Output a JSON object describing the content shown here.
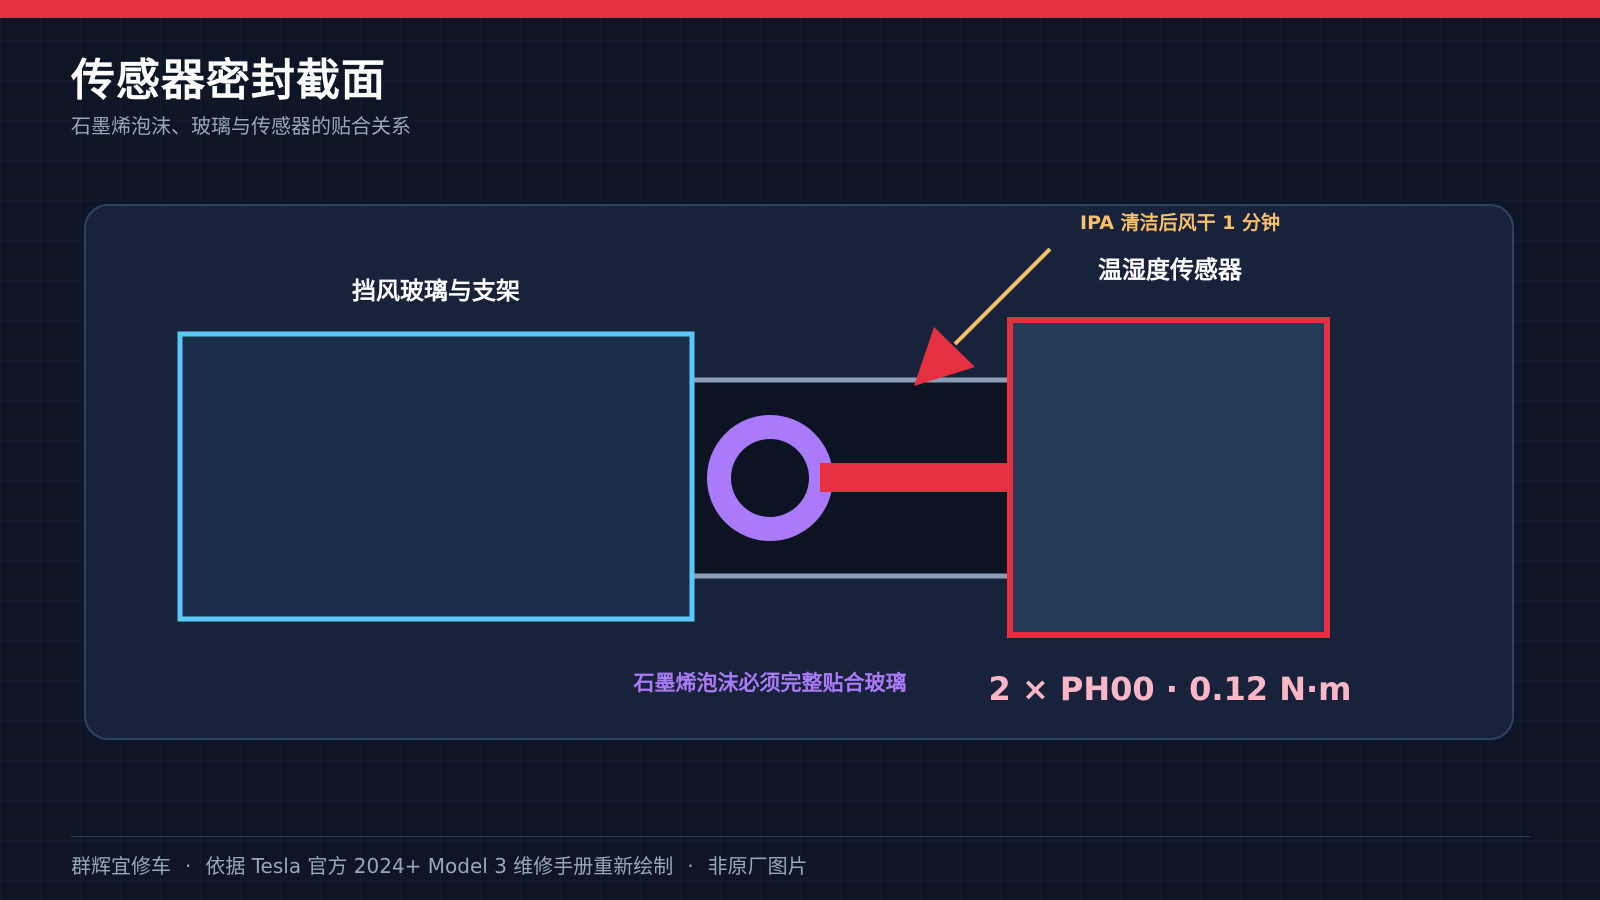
{
  "header": {
    "title": "传感器密封截面",
    "subtitle": "石墨烯泡沫、玻璃与传感器的贴合关系"
  },
  "diagram": {
    "glass_label": "挡风玻璃与支架",
    "sensor_label": "温湿度传感器",
    "arrow_note": "IPA 清洁后风干 1 分钟",
    "foam_note": "石墨烯泡沫必须完整贴合玻璃",
    "torque_spec": "2 × PH00 · 0.12 N·m"
  },
  "footer": {
    "brand": "群辉宜修车",
    "source": "依据 Tesla 官方 2024+ Model 3 维修手册重新绘制",
    "disclaimer": "非原厂图片",
    "separator": "·"
  },
  "colors": {
    "accent_red": "#e5313f",
    "glass_blue": "#5cc8fa",
    "foam_purple": "#a97bfa",
    "note_orange": "#f8c06a",
    "torque_pink": "#fdb7c4",
    "background": "#0d1526",
    "panel": "#18223a"
  }
}
